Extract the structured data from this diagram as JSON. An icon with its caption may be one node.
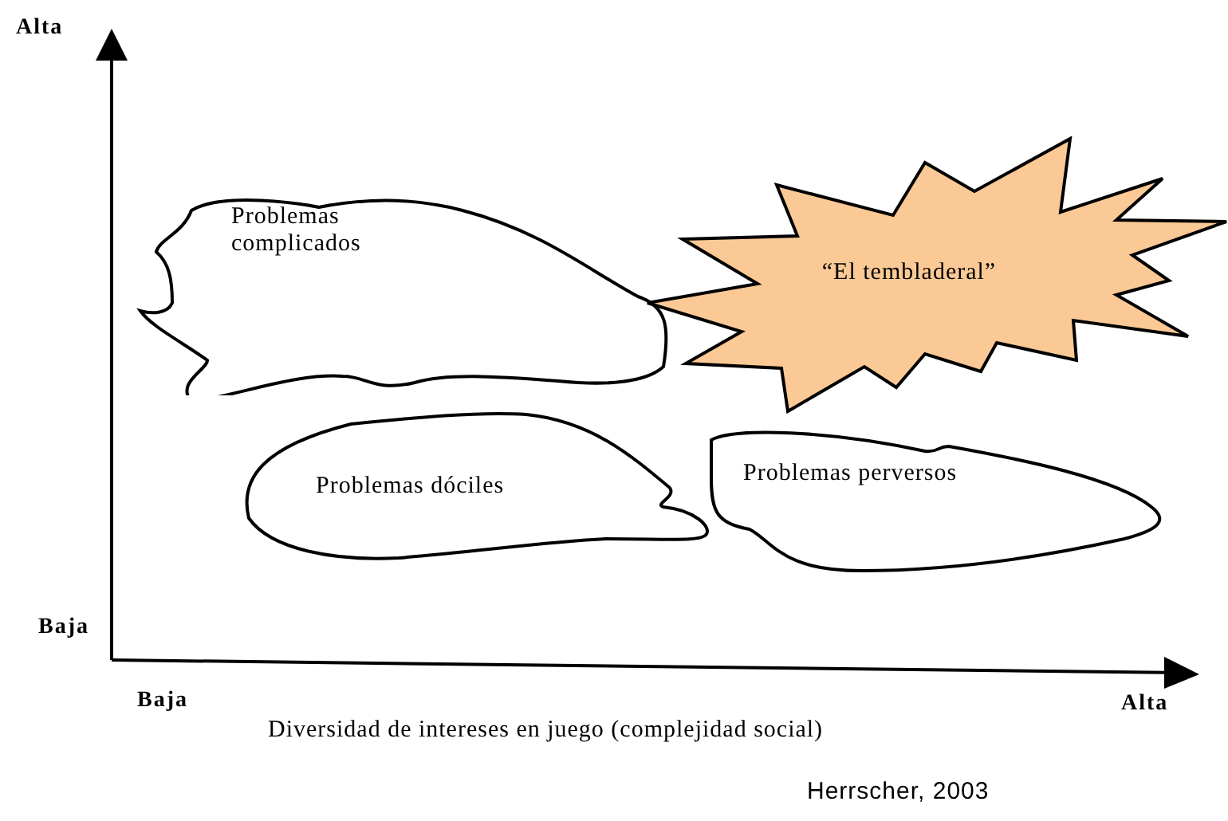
{
  "diagram": {
    "caption": "Herrscher, 2003",
    "nodes": [
      {
        "text": [
          "Problemas complicados"
        ]
      },
      {
        "text": [
          "“El tembladeral”"
        ]
      },
      {
        "text": [
          "Problemas dóciles"
        ]
      },
      {
        "text": [
          "Problemas perversos"
        ]
      }
    ],
    "labels": [
      "Alta",
      "Baja",
      "Baja",
      "Alta",
      "Diversidad de intereses en juego (complejidad social)"
    ]
  }
}
